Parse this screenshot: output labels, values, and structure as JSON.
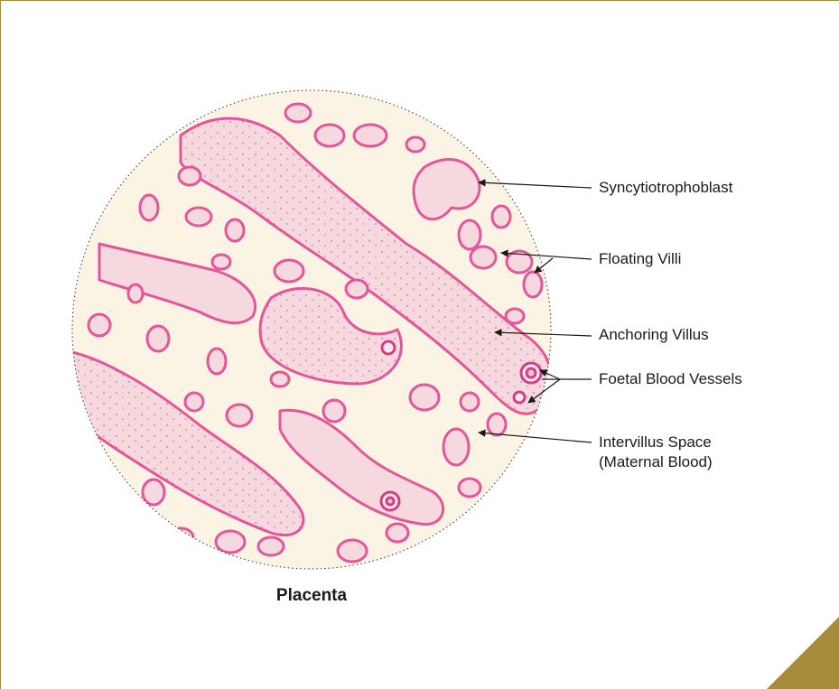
{
  "figure": {
    "caption": "Placenta",
    "labels": {
      "syncytiotrophoblast": "Syncytiotrophoblast",
      "floating_villi": "Floating Villi",
      "anchoring_villus": "Anchoring Villus",
      "foetal_blood_vessels": "Foetal Blood Vessels",
      "intervillus_space_line1": "Intervillus Space",
      "intervillus_space_line2": "(Maternal Blood)"
    }
  },
  "colors": {
    "tissue_pink": "#e5559a",
    "tissue_fill": "#f6d9df",
    "background_cream": "#fbf3e3",
    "frame_gold": "#a68b3a"
  }
}
